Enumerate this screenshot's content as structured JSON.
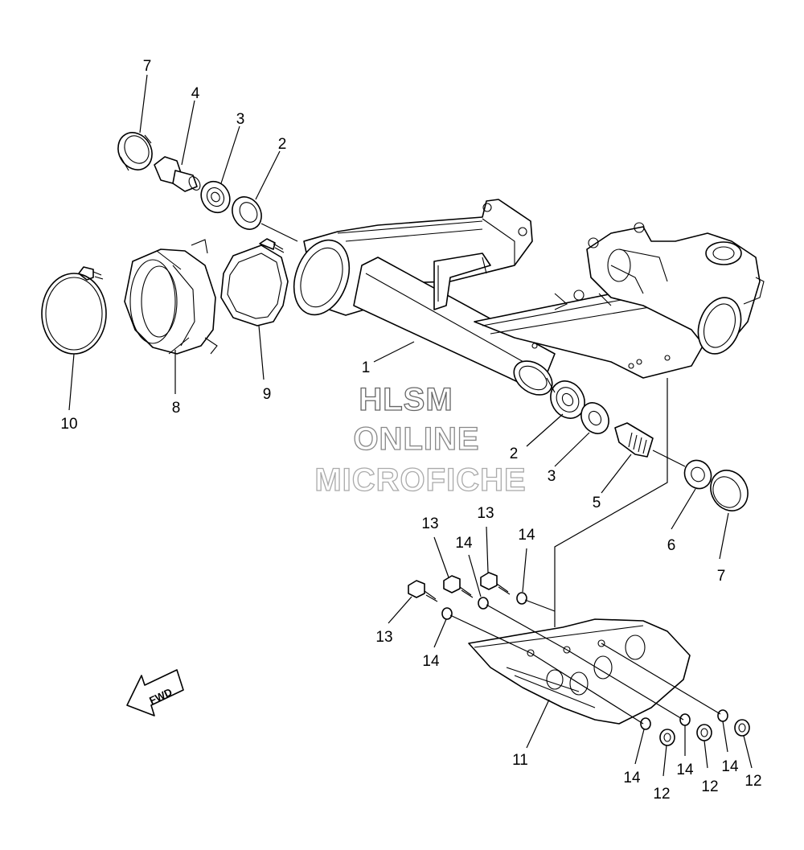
{
  "callouts": [
    {
      "text": "7"
    },
    {
      "text": "4"
    },
    {
      "text": "3"
    },
    {
      "text": "2"
    },
    {
      "text": "1"
    },
    {
      "text": "10"
    },
    {
      "text": "8"
    },
    {
      "text": "9"
    },
    {
      "text": "2"
    },
    {
      "text": "3"
    },
    {
      "text": "5"
    },
    {
      "text": "6"
    },
    {
      "text": "7"
    },
    {
      "text": "13"
    },
    {
      "text": "14"
    },
    {
      "text": "13"
    },
    {
      "text": "14"
    },
    {
      "text": "13"
    },
    {
      "text": "14"
    },
    {
      "text": "11"
    },
    {
      "text": "14"
    },
    {
      "text": "12"
    },
    {
      "text": "14"
    },
    {
      "text": "12"
    },
    {
      "text": "14"
    },
    {
      "text": "12"
    }
  ],
  "watermark": {
    "line1": "HLSM",
    "line2": "ONLINE",
    "line3": "MICROFICHE",
    "colors": [
      "#666666",
      "#888888",
      "#aaaaaa"
    ]
  },
  "fwd_badge": {
    "text": "FWD",
    "icon": "fwd-arrow-icon"
  }
}
